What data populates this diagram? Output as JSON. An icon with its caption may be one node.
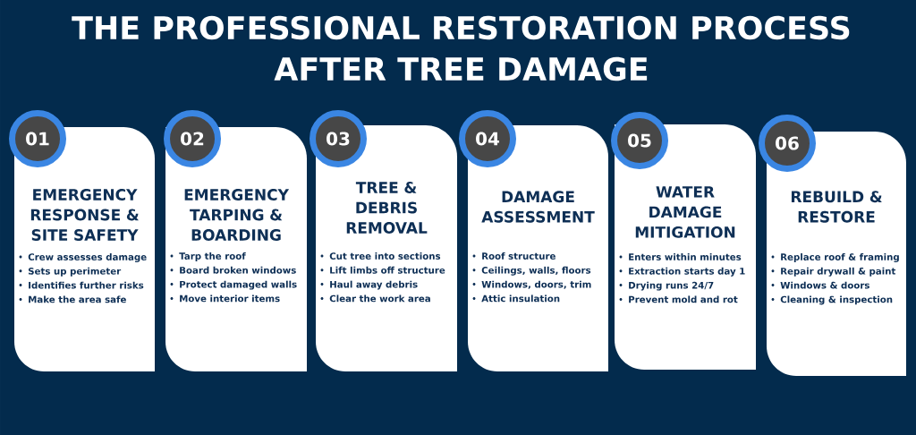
{
  "diagram": {
    "title": "THE PROFESSIONAL RESTORATION PROCESS AFTER TREE DAMAGE",
    "nodes": [
      {
        "text": [
          "01"
        ]
      },
      {
        "text": [
          "EMERGENCY RESPONSE & SITE SAFETY",
          "Crew assesses damage",
          "Sets up perimeter",
          "Identifies further risks",
          "Make the area safe"
        ]
      },
      {
        "text": [
          "02"
        ]
      },
      {
        "text": [
          "EMERGENCY TARPING & BOARDING",
          "Tarp the roof",
          "Board broken windows",
          "Protect damaged walls",
          "Move interior items"
        ]
      },
      {
        "text": [
          "03"
        ]
      },
      {
        "text": [
          "TREE & DEBRIS REMOVAL",
          "Cut tree into sections",
          "Lift limbs off structure",
          "Haul away debris",
          "Clear the work area"
        ]
      },
      {
        "text": [
          "04"
        ]
      },
      {
        "text": [
          "DAMAGE ASSESSMENT",
          "Roof structure",
          "Ceilings, walls, floors",
          "Windows, doors, trim",
          "Attic insulation"
        ]
      },
      {
        "text": [
          "05"
        ]
      },
      {
        "text": [
          "WATER DAMAGE MITIGATION",
          "Enters within minutes",
          "Extraction starts day 1",
          "Drying runs 24/7",
          "Prevent mold and rot"
        ]
      },
      {
        "text": [
          "06"
        ]
      },
      {
        "text": [
          "REBUILD & RESTORE",
          "Replace roof & framing",
          "Repair drywall & paint",
          "Windows & doors",
          "Cleaning & inspection"
        ]
      }
    ]
  }
}
